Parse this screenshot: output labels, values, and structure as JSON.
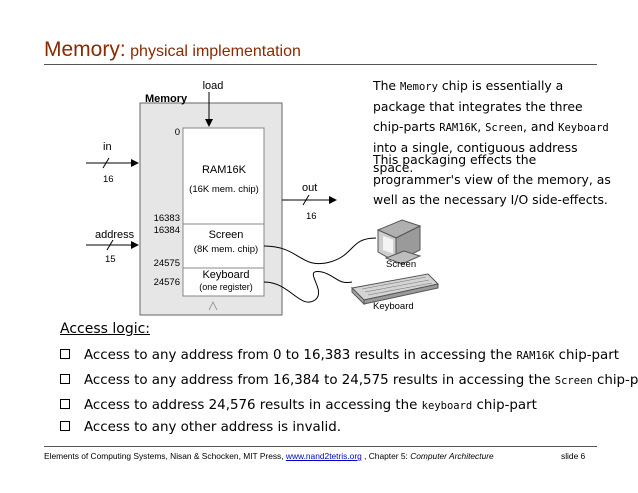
{
  "title": {
    "main": "Memory:",
    "sub": "physical implementation"
  },
  "diagram": {
    "chip_label": "Memory",
    "load_label": "load",
    "in_label": "in",
    "in_width": "16",
    "address_label": "address",
    "address_width": "15",
    "out_label": "out",
    "out_width": "16",
    "addr_0": "0",
    "addr_16383": "16383",
    "addr_16384": "16384",
    "addr_24575": "24575",
    "addr_24576": "24576",
    "ram_name": "RAM16K",
    "ram_desc": "(16K mem. chip)",
    "screen_name": "Screen",
    "screen_desc": "(8K mem. chip)",
    "keyboard_name": "Keyboard",
    "keyboard_desc": "(one register)",
    "screen_device_label": "Screen",
    "keyboard_device_label": "Keyboard"
  },
  "description": {
    "p1_a": "The ",
    "p1_code1": "Memory",
    "p1_b": " chip is essentially a package that integrates the three chip-parts ",
    "p1_code2": "RAM16K",
    "p1_c": ", ",
    "p1_code3": "Screen",
    "p1_d": ", and ",
    "p1_code4": "Keyboard",
    "p1_e": " into a single, contiguous address space.",
    "p2": "This packaging effects the programmer's view of the memory, as well as the necessary I/O side-effects."
  },
  "access": {
    "heading": "Access logic:",
    "items": [
      {
        "pre": "Access to any address from 0 to 16,383 results in accessing the ",
        "code": "RAM16K",
        "post": " chip-part"
      },
      {
        "pre": "Access to any address from 16,384 to 24,575 results in accessing the ",
        "code": "Screen",
        "post": " chip-part"
      },
      {
        "pre": "Access to address 24,576 results in accessing the ",
        "code": "keyboard",
        "post": " chip-part"
      },
      {
        "pre": "Access to any other address is invalid.",
        "code": "",
        "post": ""
      }
    ]
  },
  "footer": {
    "text_a": "Elements of Computing Systems, Nisan & Schocken, MIT Press, ",
    "link": "www.nand2tetris.org",
    "text_b": " , Chapter 5: ",
    "italic": "Computer Architecture",
    "slide": "slide 6"
  },
  "colors": {
    "title": "#8a2a00",
    "chip_fill": "#e6e6e6",
    "link": "#0000cc"
  }
}
